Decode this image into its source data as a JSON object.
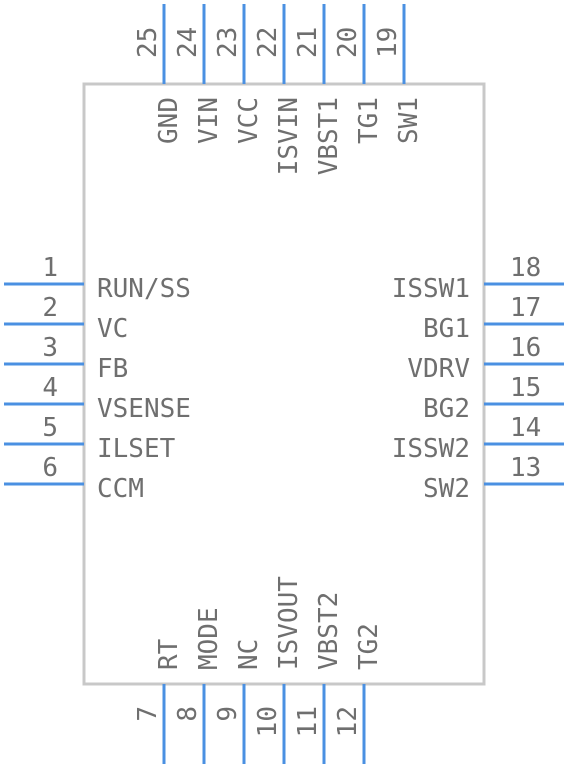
{
  "package": {
    "outline_color": "#c8c8c8",
    "pin_color": "#4a90e2",
    "text_color": "#6f6f6f"
  },
  "pins": {
    "left": [
      {
        "num": "1",
        "name": "RUN/SS"
      },
      {
        "num": "2",
        "name": "VC"
      },
      {
        "num": "3",
        "name": "FB"
      },
      {
        "num": "4",
        "name": "VSENSE"
      },
      {
        "num": "5",
        "name": "ILSET"
      },
      {
        "num": "6",
        "name": "CCM"
      }
    ],
    "bottom": [
      {
        "num": "7",
        "name": "RT"
      },
      {
        "num": "8",
        "name": "MODE"
      },
      {
        "num": "9",
        "name": "NC"
      },
      {
        "num": "10",
        "name": "ISVOUT"
      },
      {
        "num": "11",
        "name": "VBST2"
      },
      {
        "num": "12",
        "name": "TG2"
      }
    ],
    "right": [
      {
        "num": "13",
        "name": "SW2"
      },
      {
        "num": "14",
        "name": "ISSW2"
      },
      {
        "num": "15",
        "name": "BG2"
      },
      {
        "num": "16",
        "name": "VDRV"
      },
      {
        "num": "17",
        "name": "BG1"
      },
      {
        "num": "18",
        "name": "ISSW1"
      }
    ],
    "top": [
      {
        "num": "19",
        "name": "SW1"
      },
      {
        "num": "20",
        "name": "TG1"
      },
      {
        "num": "21",
        "name": "VBST1"
      },
      {
        "num": "22",
        "name": "ISVIN"
      },
      {
        "num": "23",
        "name": "VCC"
      },
      {
        "num": "24",
        "name": "VIN"
      },
      {
        "num": "25",
        "name": "GND"
      }
    ]
  }
}
